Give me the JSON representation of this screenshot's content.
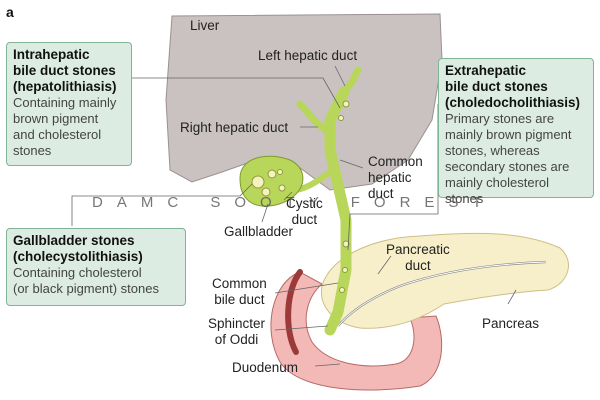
{
  "panel_letter": "a",
  "watermark": "DAMC SOOTY FOREST",
  "organs": {
    "liver": "Liver",
    "left_hepatic_duct": "Left hepatic duct",
    "right_hepatic_duct": "Right hepatic duct",
    "common_hepatic_duct": [
      "Common",
      "hepatic",
      "duct"
    ],
    "cystic_duct": [
      "Cystic",
      "duct"
    ],
    "gallbladder": "Gallbladder",
    "pancreatic_duct": [
      "Pancreatic",
      "duct"
    ],
    "common_bile_duct": [
      "Common",
      "bile duct"
    ],
    "pancreas": "Pancreas",
    "sphincter_of_oddi": [
      "Sphincter",
      "of Oddi"
    ],
    "duodenum": "Duodenum"
  },
  "boxes": {
    "intrahepatic": {
      "title": [
        "Intrahepatic",
        "bile duct stones",
        "(hepatolithiasis)"
      ],
      "desc": [
        "Containing mainly",
        "brown pigment",
        "and cholesterol",
        "stones"
      ]
    },
    "extrahepatic": {
      "title": [
        "Extrahepatic",
        "bile duct stones",
        "(choledocholithiasis)"
      ],
      "desc": [
        "Primary stones are",
        "mainly brown pigment",
        "stones, whereas",
        "secondary stones are",
        "mainly cholesterol",
        "stones"
      ]
    },
    "gallbladder": {
      "title": [
        "Gallbladder stones",
        "(cholecystolithiasis)"
      ],
      "desc": [
        "Containing cholesterol",
        "(or black pigment) stones"
      ]
    }
  },
  "colors": {
    "liver": "#c9c2c0",
    "bile_duct": "#b8d65a",
    "stone": "#f4f3c0",
    "pancreas": "#f6efc9",
    "duodenum": "#f2b9b7",
    "box_fill": "#dcece3",
    "box_border": "#7fb495"
  }
}
